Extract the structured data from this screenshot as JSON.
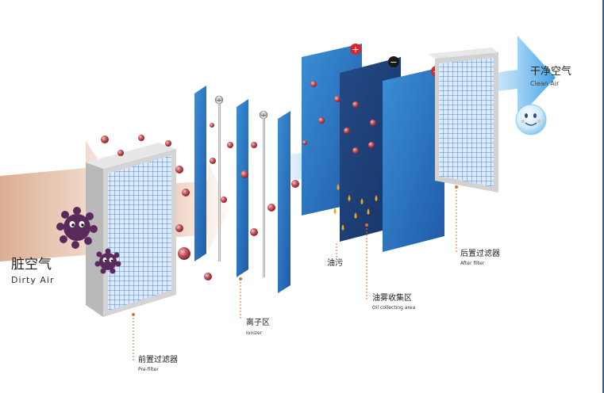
{
  "colors": {
    "filter_blue": "#2f78c2",
    "filter_dark": "#1e3c74",
    "grid_blue": "#4b86d8",
    "particle": "#b8484e",
    "germ": "#5a2a5c",
    "oil": "#f2a51c",
    "leader": "#e2702e",
    "flow_arrow": "#4aa8e6",
    "edge": "#1f62b8"
  },
  "labels": {
    "dirty_air_zh": "脏空气",
    "dirty_air_en": "Dirty Air",
    "clean_air_zh": "干净空气",
    "clean_air_en": "Clean Air",
    "prefilter_zh": "前置过滤器",
    "prefilter_en": "Pre-filter",
    "ionizer_zh": "离子区",
    "ionizer_en": "Ionizer",
    "oil_zh": "油污",
    "oil_area_zh": "油雾收集区",
    "oil_area_en": "Oil collecting area",
    "after_zh": "后置过滤器",
    "after_en": "After filter"
  },
  "electrodes": {
    "positive": "+",
    "negative": "−"
  },
  "icons": [
    "germ-icon",
    "smiling-bubble-icon",
    "plus-sign-icon",
    "minus-sign-icon"
  ]
}
